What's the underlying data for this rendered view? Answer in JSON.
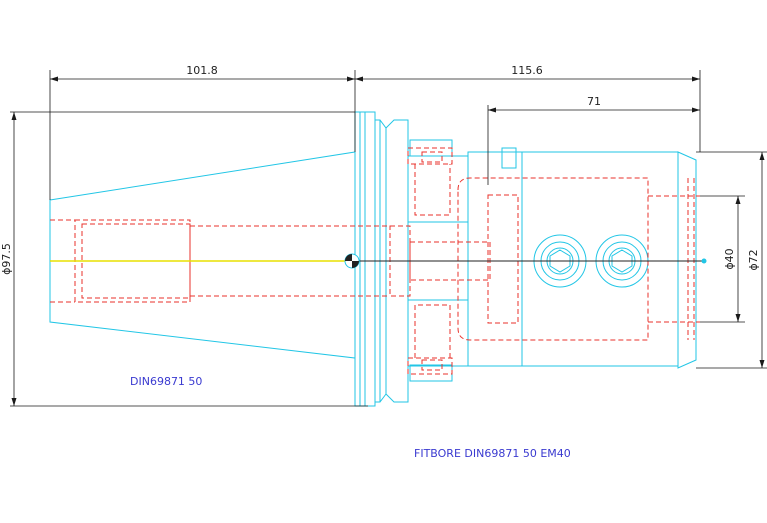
{
  "drawing": {
    "dimensions": {
      "taper_length": "101.8",
      "overall_front": "115.6",
      "body_length": "71",
      "flange_diameter": "ϕ97.5",
      "bore_diameter": "ϕ40",
      "body_diameter": "ϕ72"
    },
    "labels": {
      "shank_standard": "DIN69871  50",
      "part_name": "FITBORE DIN69871 50 EM40"
    },
    "colors": {
      "outline": "#22c6e6",
      "hidden": "#e8322b",
      "dimension": "#1a1a1a",
      "label": "#3a3ad0",
      "centerline": "#e8e000"
    }
  }
}
